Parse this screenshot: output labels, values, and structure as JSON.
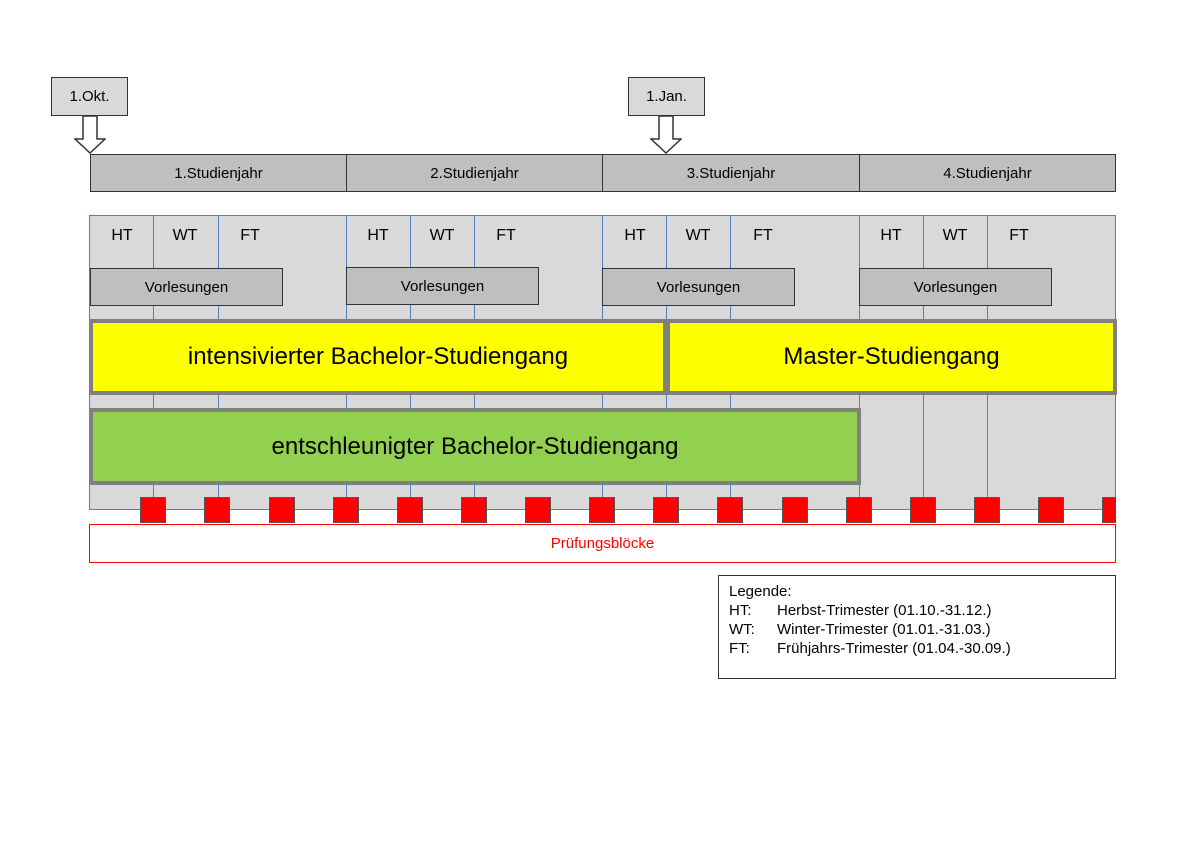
{
  "markers": [
    {
      "label": "1.Okt."
    },
    {
      "label": "1.Jan."
    }
  ],
  "years": [
    {
      "label": "1.Studienjahr"
    },
    {
      "label": "2.Studienjahr"
    },
    {
      "label": "3.Studienjahr"
    },
    {
      "label": "4.Studienjahr"
    }
  ],
  "trimesters": [
    "HT",
    "WT",
    "FT"
  ],
  "lectures": [
    "Vorlesungen",
    "Vorlesungen",
    "Vorlesungen",
    "Vorlesungen"
  ],
  "programs": {
    "intensive": "intensivierter Bachelor-Studiengang",
    "master": "Master-Studiengang",
    "decelerated": "entschleunigter Bachelor-Studiengang"
  },
  "exams": {
    "label": "Prüfungsblöcke"
  },
  "legend": {
    "title": "Legende:",
    "items": [
      {
        "abbr": "HT:",
        "text": "Herbst-Trimester (01.10.-31.12.)"
      },
      {
        "abbr": "WT:",
        "text": "Winter-Trimester (01.01.-31.03.)"
      },
      {
        "abbr": "FT:",
        "text": "Frühjahrs-Trimester (01.04.-30.09.)"
      }
    ]
  },
  "colors": {
    "program_yellow": "#ffff00",
    "program_green": "#92d050",
    "exam_red": "#ff0000",
    "grid_border": "#4f81bd"
  }
}
